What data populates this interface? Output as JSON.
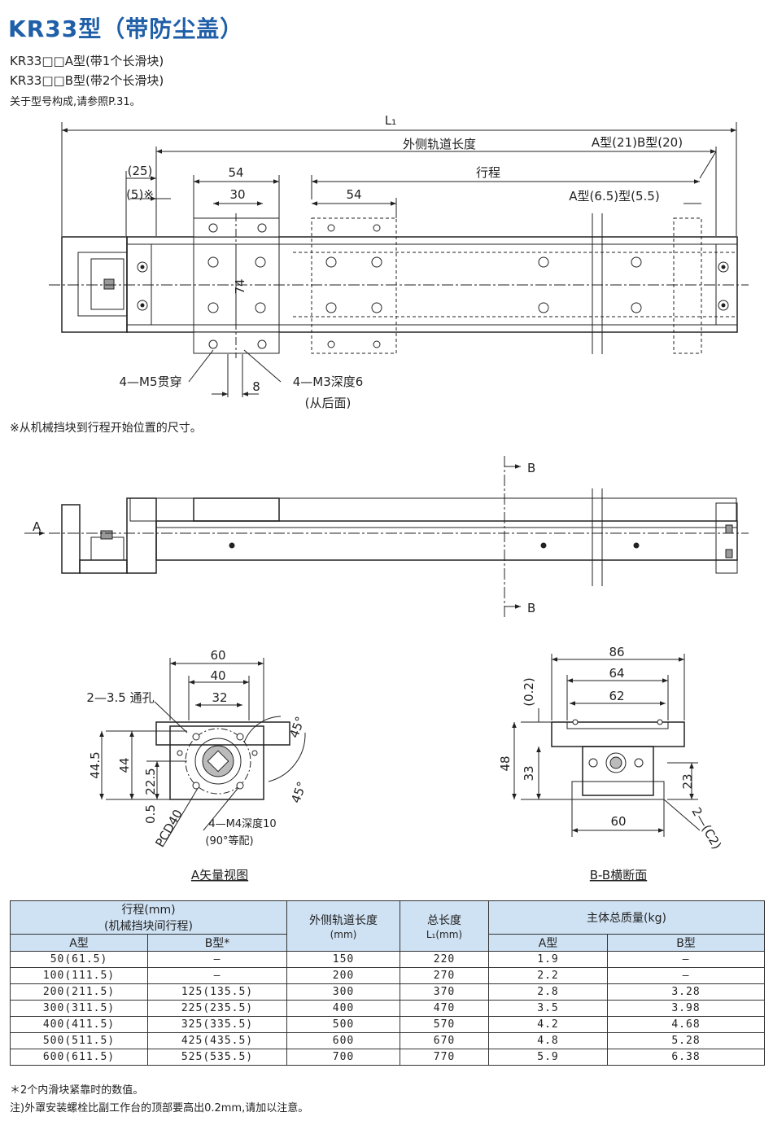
{
  "title": "KR33型（带防尘盖）",
  "subtitles": [
    "KR33□□A型(带1个长滑块)",
    "KR33□□B型(带2个长滑块)",
    "关于型号构成,请参照P.31。"
  ],
  "top_view": {
    "L1": "L₁",
    "outer_rail": "外侧轨道长度",
    "ab_type": "A型(21)B型(20)",
    "d25": "(25)",
    "d5": "(5)※",
    "d54a": "54",
    "d30": "30",
    "stroke": "行程",
    "d54b": "54",
    "ab_type2": "A型(6.5)型(5.5)",
    "d74": "74",
    "m5": "4—M5贯穿",
    "d8": "8",
    "m3": "4—M3深度6",
    "m3b": "(从后面)",
    "note": "※从机械挡块到行程开始位置的尺寸。"
  },
  "side_view": {
    "a_label": "A",
    "b_top": "B",
    "b_bot": "B"
  },
  "a_view": {
    "d60": "60",
    "d40": "40",
    "d32": "32",
    "hole": "2—3.5 通孔",
    "d445": "44.5",
    "d44": "44",
    "d225": "22.5",
    "d05": "0.5",
    "pcd": "PCD40",
    "m4": "4—M4深度10",
    "m4b": "(90°等配)",
    "ang1": "45°",
    "ang2": "45°",
    "caption": "A矢量视图"
  },
  "bb_view": {
    "d86": "86",
    "d64": "64",
    "d62": "62",
    "d02": "(0.2)",
    "d48": "48",
    "d33": "33",
    "d23": "23",
    "d60": "60",
    "c2": "2—(C2)",
    "caption": "B-B横断面"
  },
  "table": {
    "h_stroke": "行程(mm)",
    "h_stroke2": "(机械挡块间行程)",
    "h_rail": "外侧轨道长度",
    "h_rail_unit": "(mm)",
    "h_total": "总长度",
    "h_total2": "L₁(mm)",
    "h_mass": "主体总质量(kg)",
    "h_a": "A型",
    "h_b": "B型*",
    "h_ma": "A型",
    "h_mb": "B型",
    "rows": [
      [
        "50(61.5)",
        "—",
        "150",
        "220",
        "1.9",
        "—"
      ],
      [
        "100(111.5)",
        "—",
        "200",
        "270",
        "2.2",
        "—"
      ],
      [
        "200(211.5)",
        "125(135.5)",
        "300",
        "370",
        "2.8",
        "3.28"
      ],
      [
        "300(311.5)",
        "225(235.5)",
        "400",
        "470",
        "3.5",
        "3.98"
      ],
      [
        "400(411.5)",
        "325(335.5)",
        "500",
        "570",
        "4.2",
        "4.68"
      ],
      [
        "500(511.5)",
        "425(435.5)",
        "600",
        "670",
        "4.8",
        "5.28"
      ],
      [
        "600(611.5)",
        "525(535.5)",
        "700",
        "770",
        "5.9",
        "6.38"
      ]
    ]
  },
  "footnotes": [
    "＊2个内滑块紧靠时的数值。",
    "注)外罩安装螺栓比副工作台的顶部要高出0.2mm,请加以注意。"
  ]
}
